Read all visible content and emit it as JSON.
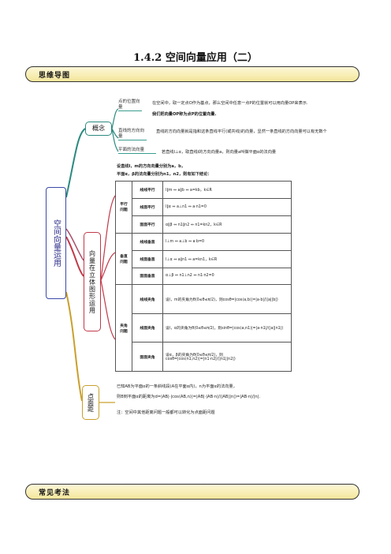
{
  "header": {
    "title": "1.4.2 空间向量应用（二）"
  },
  "sections": {
    "mindmap": "思维导图",
    "exam": "常见考法"
  },
  "root": {
    "label": "空间向量运用"
  },
  "concept": {
    "label": "概念",
    "items": [
      {
        "label": "点的位置向量",
        "text": "在空间中，取一定点O作为基点，那么空间中任意一点P的位置就可以用向量OP来表示.",
        "text2": "我们把向量OP称为点P的位置向量."
      },
      {
        "label": "直线的方向向量",
        "text": "直线的方向向量就是指和这条直线平行(或共线)的向量，显然一条直线的方向向量可以有无数个"
      },
      {
        "label": "平面的法向量",
        "text": "若直线l⊥α，取直线l的方向向量a，则向量a叫做平面α的法向量"
      }
    ]
  },
  "vector_app": {
    "label": "向量在立体图形运用",
    "intro1": "设直线l，m的方向向量分别为a，b，",
    "intro2": "平面α，β的法向量分别为n1，n2，则有如下结论：",
    "groups": [
      {
        "name": "平行问题",
        "rows": [
          {
            "name": "线线平行",
            "formula": "l∥m ⇔ a∥b ⇔ a=kb，k∈R"
          },
          {
            "name": "线面平行",
            "formula": "l∥α ⇔ a⊥n1 ⇔ a·n1=0"
          },
          {
            "name": "面面平行",
            "formula": "α∥β ⇔ n1∥n2 ⇔ n1=kn2，k∈R"
          }
        ]
      },
      {
        "name": "垂直问题",
        "rows": [
          {
            "name": "线线垂直",
            "formula": "l⊥m ⇔ a⊥b ⇔ a·b=0"
          },
          {
            "name": "线面垂直",
            "formula": "l⊥α ⇔ a∥n1 ⇔ a=kn1，k∈R"
          },
          {
            "name": "面面垂直",
            "formula": "α⊥β ⇔ n1⊥n2 ⇔ n1·n2=0"
          }
        ]
      },
      {
        "name": "夹角问题",
        "rows": [
          {
            "name": "线线夹角",
            "formula": "设l，m的夹角为θ(0≤θ≤π/2)，则cosθ=|cos⟨a,b⟩|=|a·b|/(|a||b|)"
          },
          {
            "name": "线面夹角",
            "formula": "设l，α的夹角为θ(0≤θ≤π/2)，则sinθ=|cos⟨a,n1⟩|=|a·n1|/(|a||n1|)"
          },
          {
            "name": "面面夹角",
            "formula": "设α，β的夹角为θ(0≤θ≤π/2)，则cosθ=|cos⟨n1,n2⟩|=|n1·n2|/(|n1||n2|)"
          }
        ]
      }
    ]
  },
  "point_plane": {
    "label": "点面距",
    "text1": "已知AB为平面α的一条斜线段(A在平面α内)，n为平面α的法向量，",
    "text2": "则B到平面α的距离为d=|AB|·|cos⟨AB,n⟩|=|AB|·|AB·n|/(|AB||n|)=|AB·n|/|n|.",
    "note": "注：空间中其他距离问题一般都可以转化为点面距问题"
  },
  "colors": {
    "concept": "#2b8a7f",
    "vector": "#c03a4a",
    "point": "#c9a02c",
    "root": "#3b4aa8"
  }
}
